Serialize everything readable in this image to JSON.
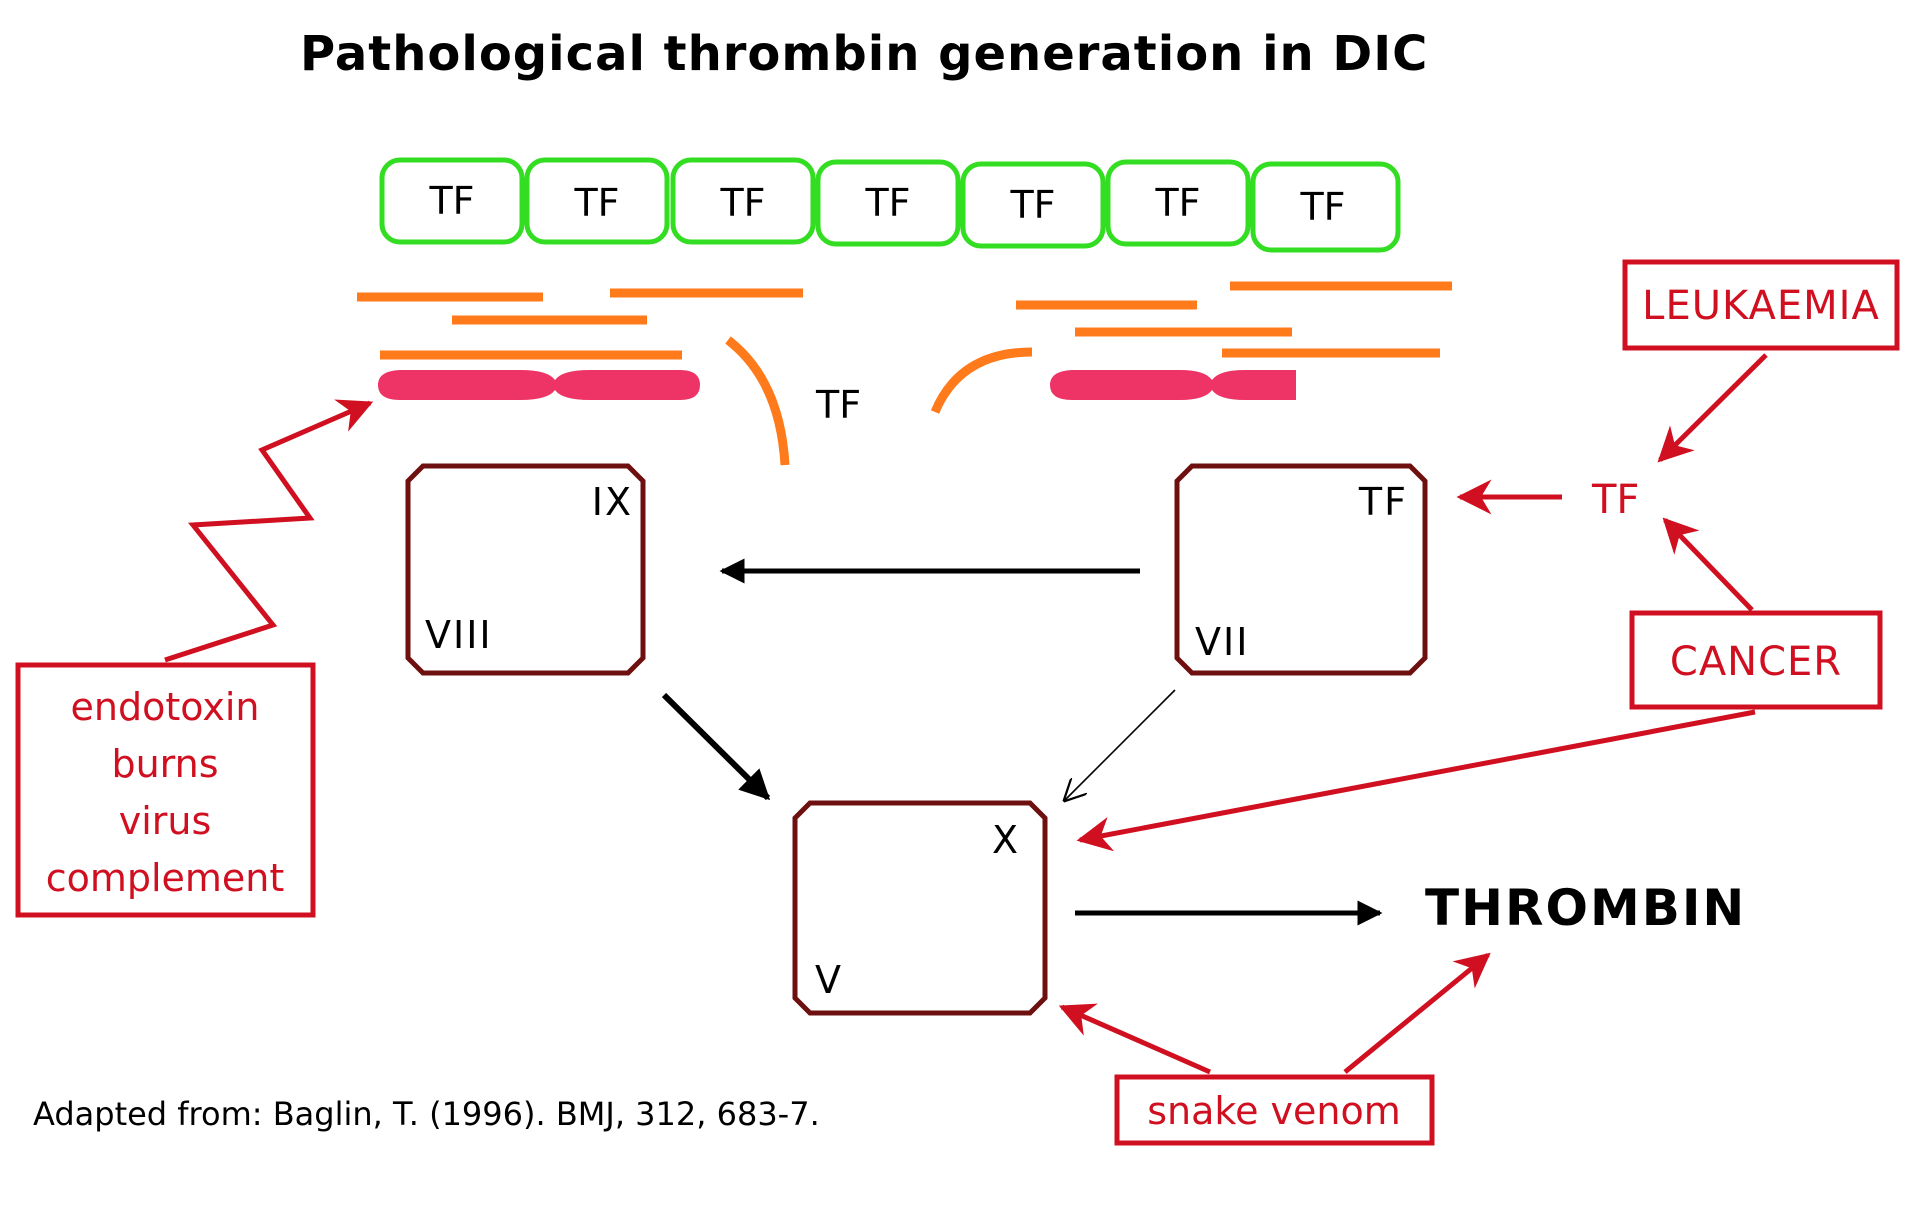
{
  "title": "Pathological thrombin generation in DIC",
  "endothelium": {
    "cells": [
      "TF",
      "TF",
      "TF",
      "TF",
      "TF",
      "TF",
      "TF"
    ],
    "exposed_tf": "TF"
  },
  "complexes": {
    "ix_viii": {
      "top": "IX",
      "bottom": "VIII"
    },
    "vii_tf": {
      "top": "TF",
      "bottom": "VII"
    },
    "x_v": {
      "top": "X",
      "bottom": "V"
    }
  },
  "product": "THROMBIN",
  "triggers": {
    "left_box": [
      "endotoxin",
      "burns",
      "virus",
      "complement"
    ],
    "leukaemia": "LEUKAEMIA",
    "cancer": "CANCER",
    "tf_label": "TF",
    "snake_venom": "snake venom"
  },
  "citation": "Adapted from: Baglin, T. (1996). BMJ, 312, 683-7.",
  "colors": {
    "cell_outline": "#33dd22",
    "fibre": "#ff7a1a",
    "platelet": "#ee3366",
    "complex_outline": "#6e1010",
    "trigger": "#d01020",
    "arrow": "#000000"
  }
}
